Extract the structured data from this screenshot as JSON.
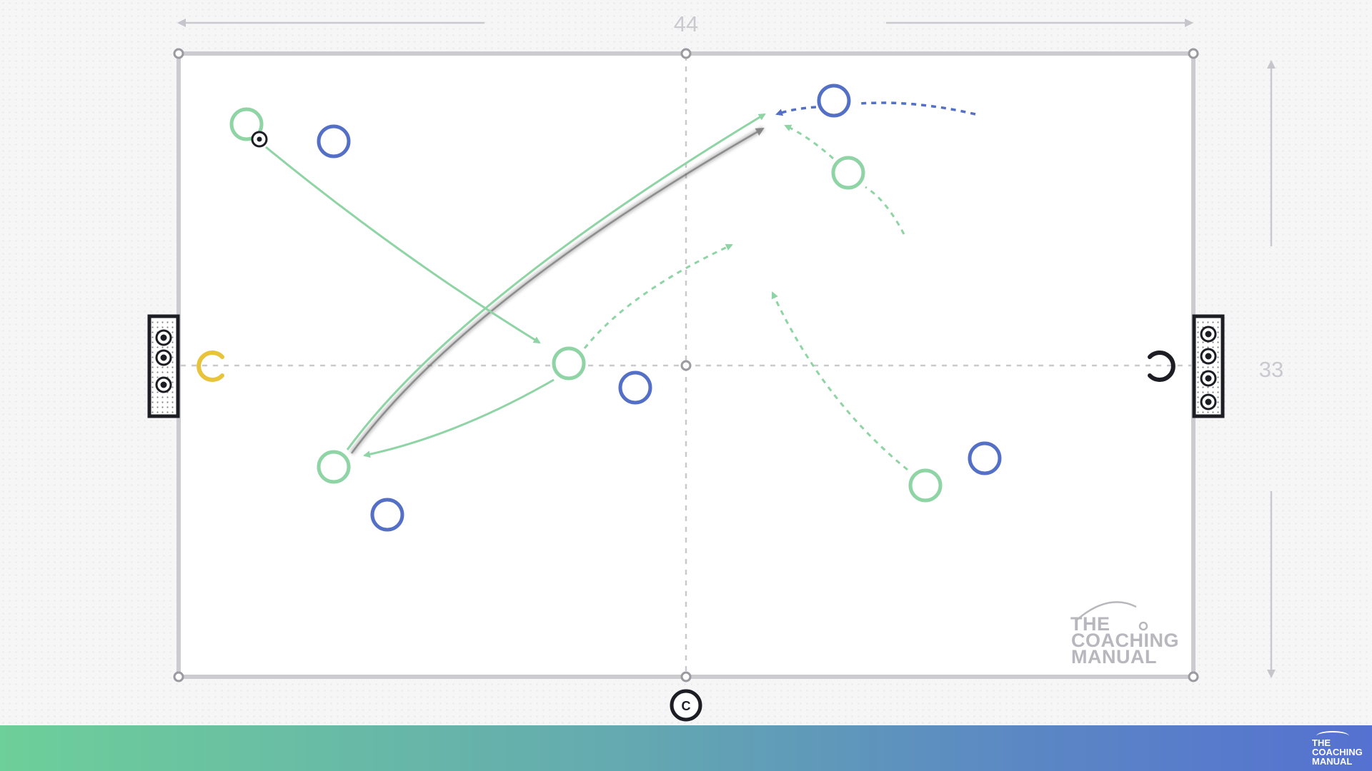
{
  "pitch": {
    "width_label": "44",
    "height_label": "33",
    "coach_label": "C",
    "colors": {
      "pitch_line": "#cbcbd0",
      "team_green": "#8ed4a4",
      "team_blue": "#5470c6",
      "goalkeeper_yellow": "#e8c43c",
      "goalkeeper_black": "#1d1d24",
      "pass_arrow": "#8ed4a4",
      "run_arrow_blue": "#5470c6"
    }
  },
  "logo": {
    "line1": "THE",
    "line2": "COACHING",
    "line3": "MANUAL"
  },
  "footer_logo": {
    "line1": "THE",
    "line2": "COACHING",
    "line3": "MANUAL"
  }
}
